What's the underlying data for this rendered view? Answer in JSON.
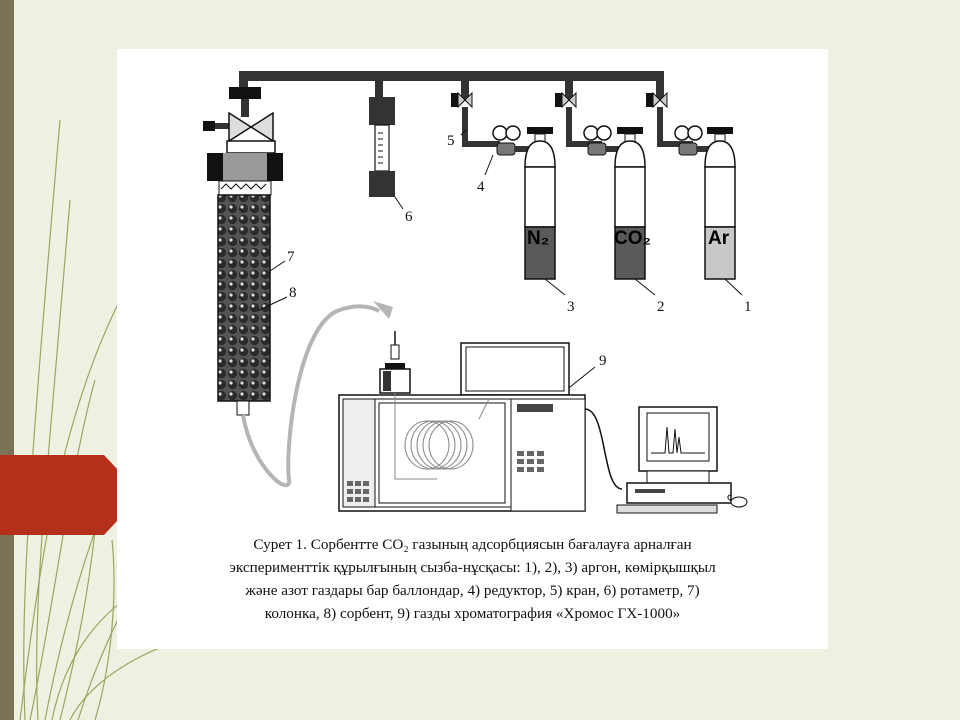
{
  "figure": {
    "labels": {
      "l1": "1",
      "l2": "2",
      "l3": "3",
      "l4": "4",
      "l5": "5",
      "l6": "6",
      "l7": "7",
      "l8": "8",
      "l9": "9"
    },
    "gas_labels": {
      "nitrogen": "N₂",
      "carbon_dioxide": "CO₂",
      "argon": "Ar"
    },
    "caption_lines": [
      "Сурет 1. Сорбентте CO₂ газының адсорбциясын бағалауға арналған",
      "эксперименттік құрылғының сызба-нұсқасы: 1), 2), 3) аргон, көмірқышқыл",
      "және азот газдары бар баллондар, 4) редуктор, 5) кран, 6) ротаметр, 7)",
      "колонка, 8) сорбент, 9) газды хроматография «Хромос ГХ-1000»"
    ]
  },
  "colors": {
    "slide_background": "#eef1e2",
    "accent_red": "#b5301a",
    "side_bar": "#7b7358",
    "n2_cylinder": "#5a5a5a",
    "co2_cylinder": "#5a5a5a",
    "ar_cylinder": "#c8c8c8"
  }
}
